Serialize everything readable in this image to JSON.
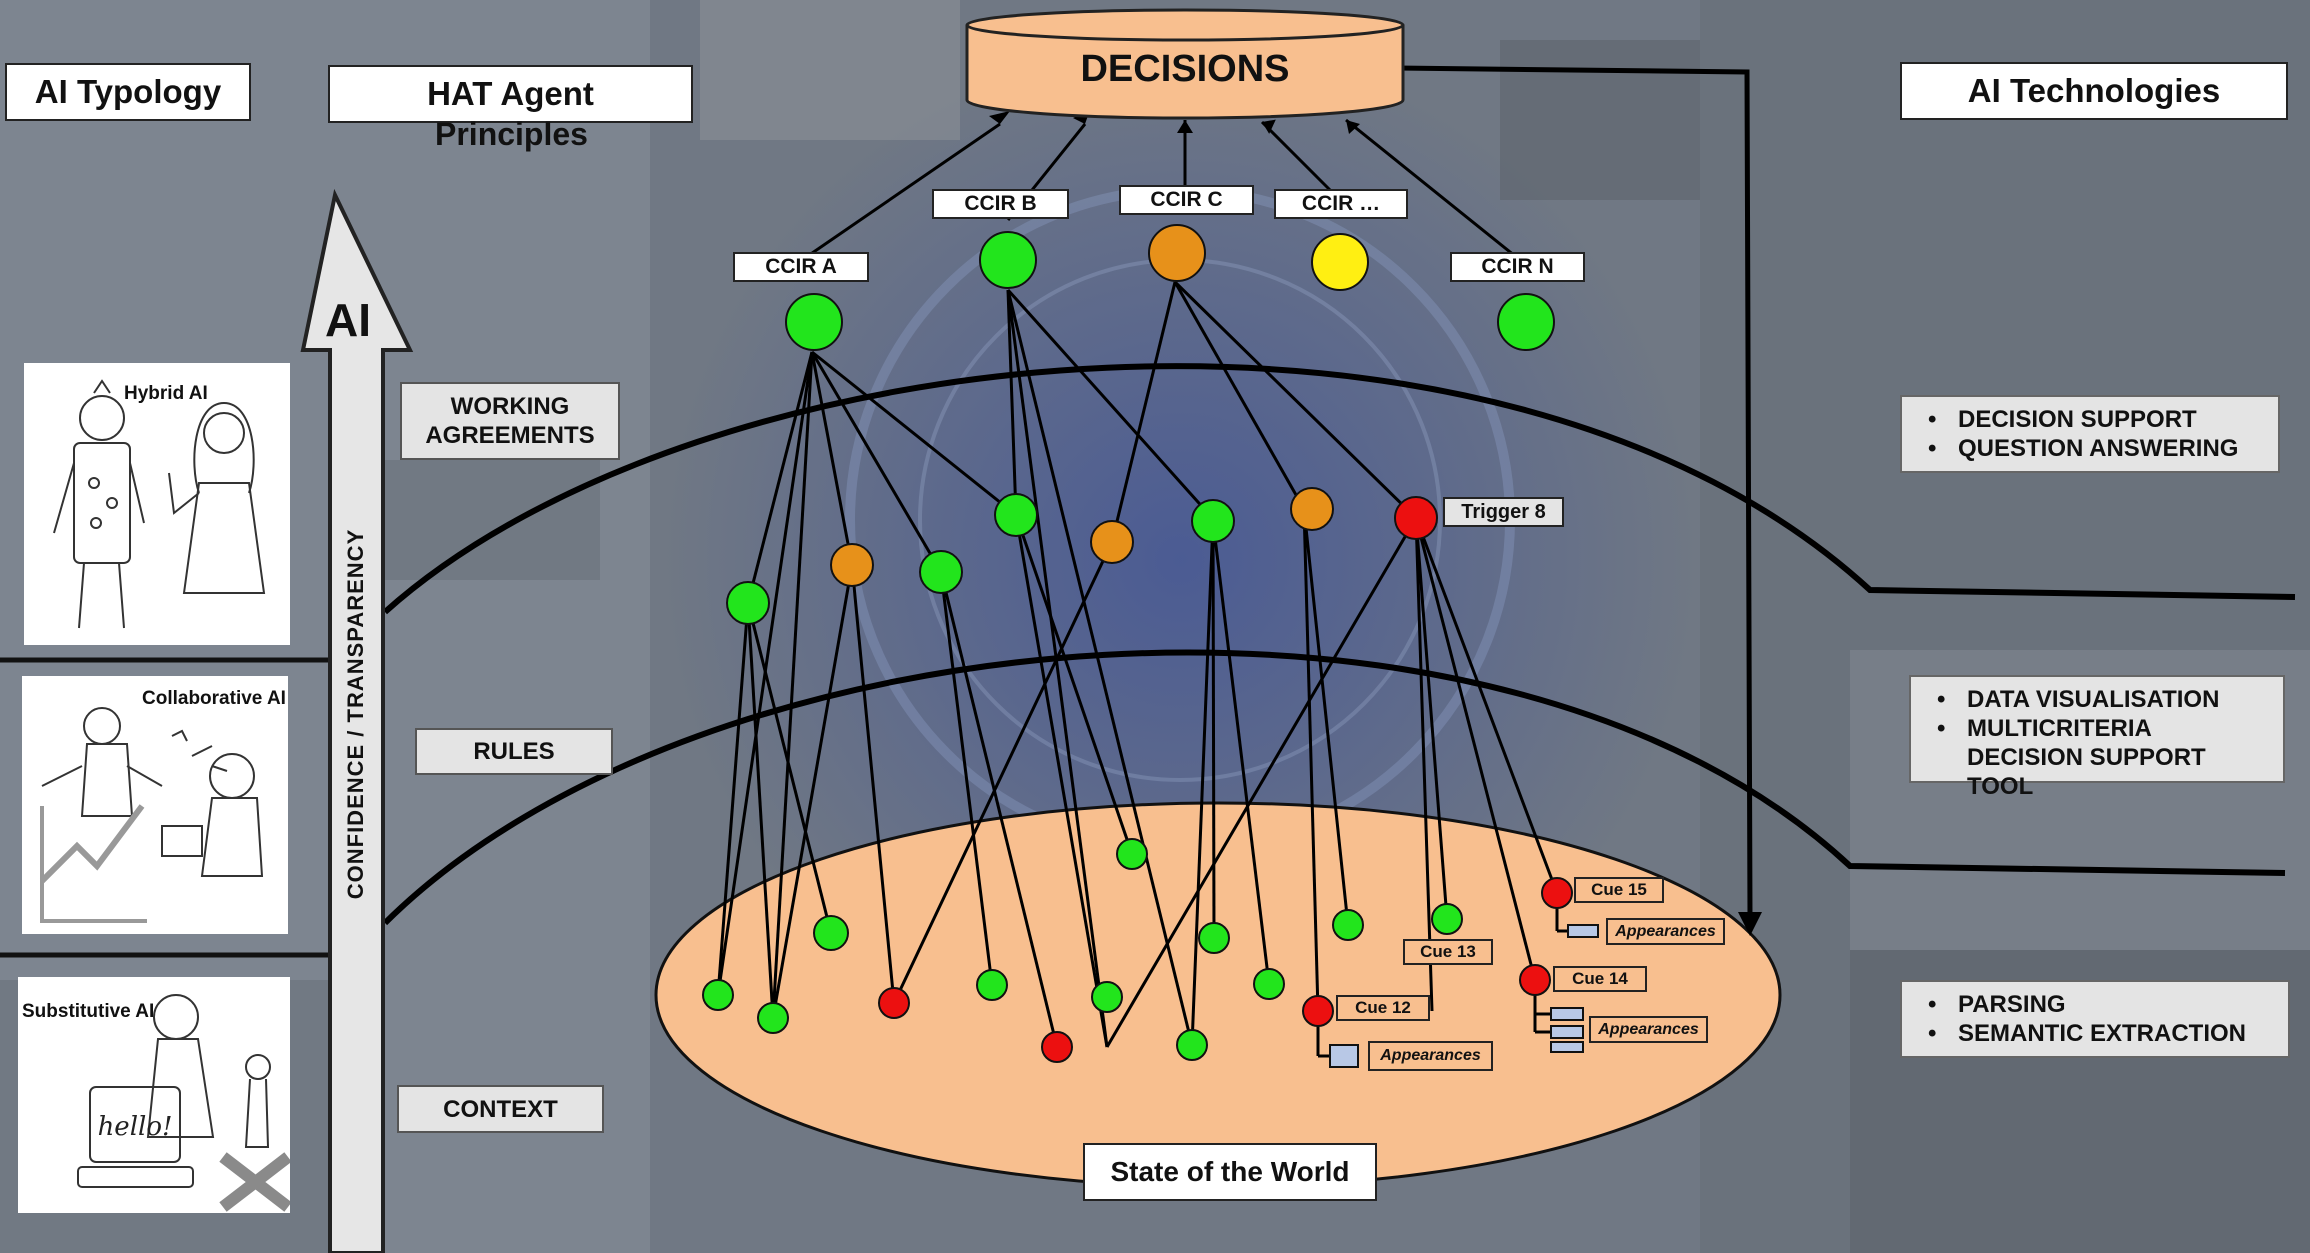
{
  "headers": {
    "ai_typology": "AI  Typology",
    "hat_agent": "HAT Agent",
    "hat_agent_line2": "Principles",
    "ai_technologies": "AI  Technologies"
  },
  "principles": {
    "working_agreements": "WORKING AGREEMENTS",
    "rules": "RULES",
    "context": "CONTEXT"
  },
  "arrow": {
    "letters": "AI",
    "vertical_label": "CONFIDENCE / TRANSPARENCY"
  },
  "typology_cards": [
    {
      "label": "Hybrid AI"
    },
    {
      "label": "Collaborative AI"
    },
    {
      "label": "Substitutive AI",
      "screen_text": "hello!"
    }
  ],
  "decisions": "DECISIONS",
  "ccir_labels": [
    "CCIR A",
    "CCIR B",
    "CCIR C",
    "CCIR …",
    "CCIR N"
  ],
  "trigger_label": "Trigger 8",
  "cues": [
    "Cue 15",
    "Cue 14",
    "Cue 13",
    "Cue 12"
  ],
  "appearances": "Appearances",
  "world_label": "State of the World",
  "tech_groups": [
    [
      "DECISION SUPPORT",
      "QUESTION ANSWERING"
    ],
    [
      "DATA VISUALISATION",
      "MULTICRITERIA DECISION SUPPORT TOOL"
    ],
    [
      "PARSING",
      "SEMANTIC EXTRACTION"
    ]
  ],
  "colors": {
    "green": "#22e51c",
    "orange": "#e7911a",
    "yellow": "#ffef12",
    "red": "#ec1010",
    "peach": "#f8bf8f",
    "background": "#6f7785"
  }
}
